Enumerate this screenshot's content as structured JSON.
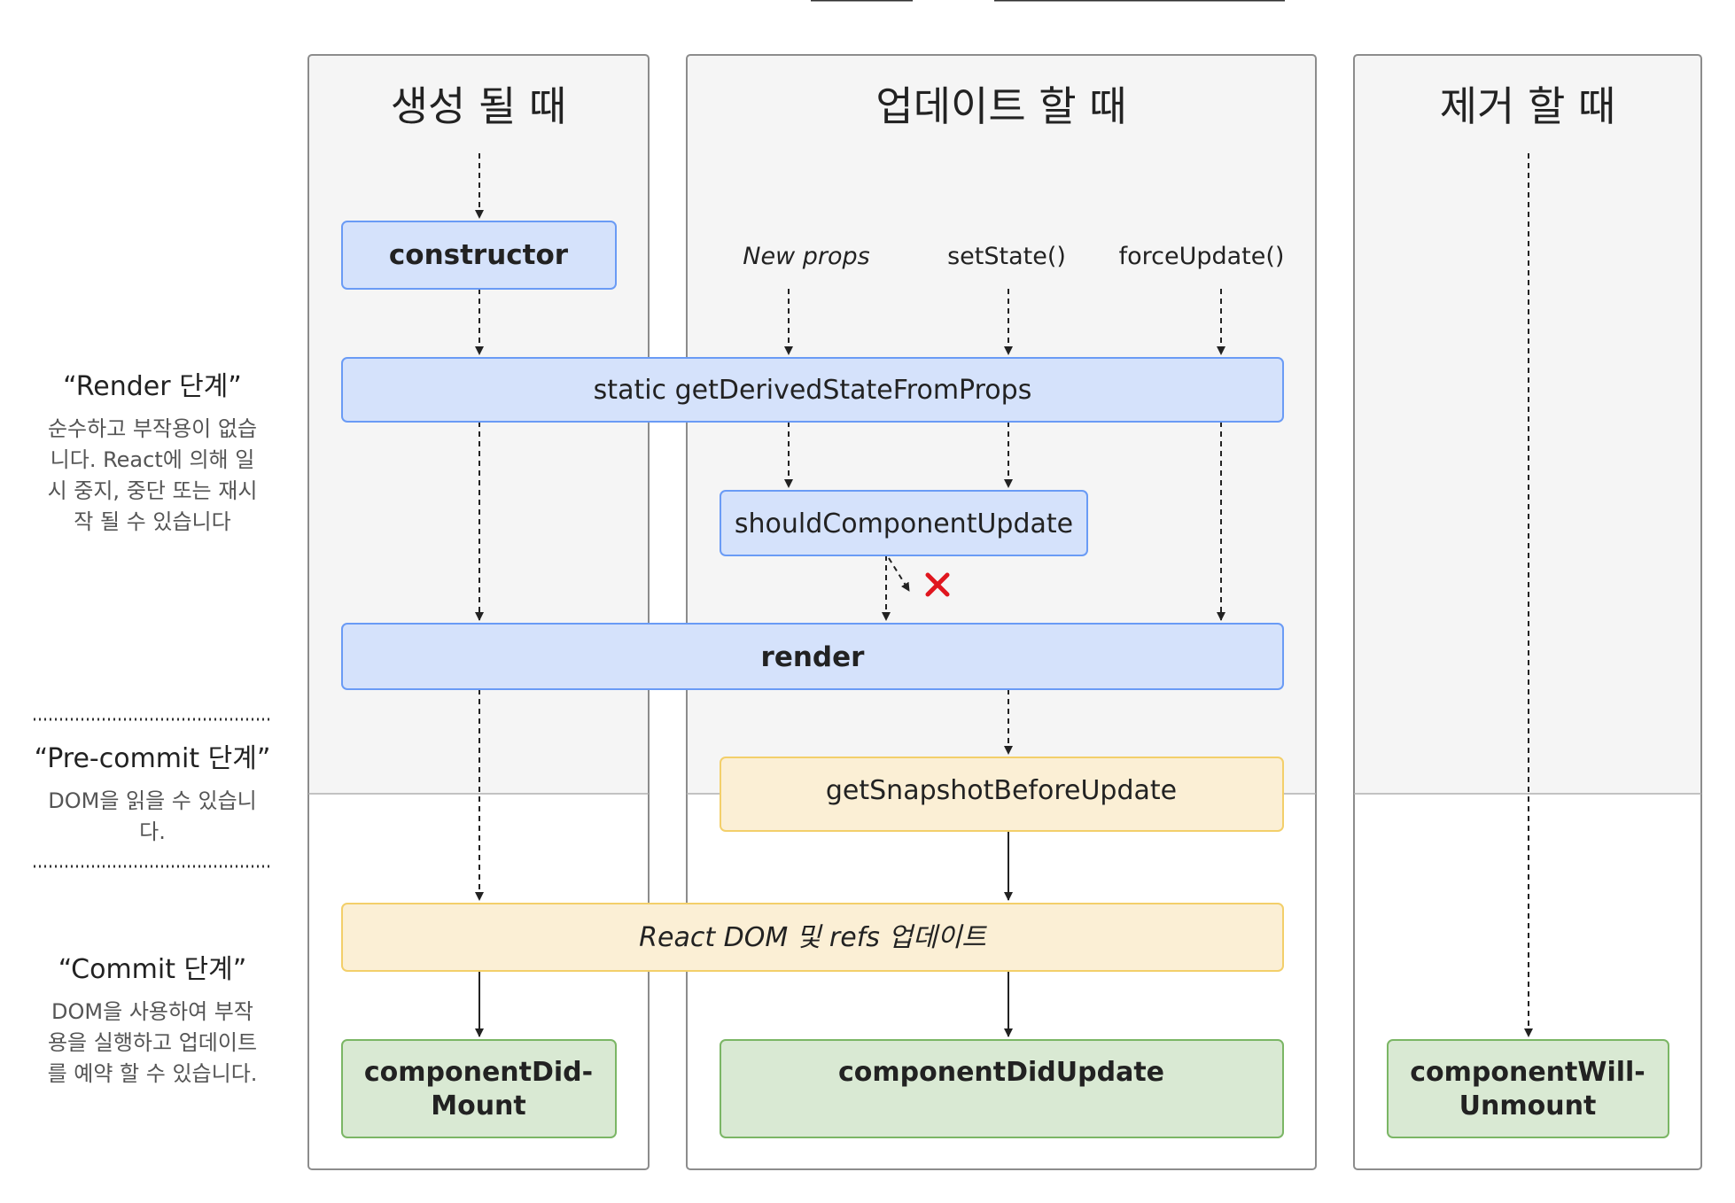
{
  "columns": {
    "mount": "생성 될 때",
    "update": "업데이트 할 때",
    "unmount": "제거 할 때"
  },
  "triggers": {
    "new_props": "New props",
    "set_state": "setState()",
    "force_update": "forceUpdate()"
  },
  "methods": {
    "constructor": "constructor",
    "get_derived_state": "static getDerivedStateFromProps",
    "should_update": "shouldComponentUpdate",
    "render": "render",
    "snapshot": "getSnapshotBeforeUpdate",
    "dom_update": "React DOM 및 refs 업데이트",
    "did_mount_line1": "componentDid-",
    "did_mount_line2": "Mount",
    "did_update": "componentDidUpdate",
    "will_unmount_line1": "componentWill-",
    "will_unmount_line2": "Unmount"
  },
  "phases": {
    "render": {
      "title": "“Render 단계”",
      "desc": [
        "순수하고 부작용이 없습",
        "니다. React에 의해 일",
        "시 중지, 중단 또는 재시",
        "작 될 수 있습니다"
      ]
    },
    "precommit": {
      "title": "“Pre-commit 단계”",
      "desc": [
        "DOM을 읽을 수 있습니",
        "다."
      ]
    },
    "commit": {
      "title": "“Commit 단계”",
      "desc": [
        "DOM을 사용하여 부작",
        "용을 실행하고 업데이트",
        "를 예약 할 수 있습니다."
      ]
    }
  },
  "colors": {
    "render_box_fill": "#d5e2fb",
    "render_box_stroke": "#6a9bf5",
    "commit_box_fill": "#fbefd5",
    "commit_box_stroke": "#f3cf6a",
    "done_box_fill": "#d9e9d3",
    "done_box_stroke": "#7bb665",
    "column_fill": "#f5f5f5",
    "cross": "#e0161e"
  }
}
